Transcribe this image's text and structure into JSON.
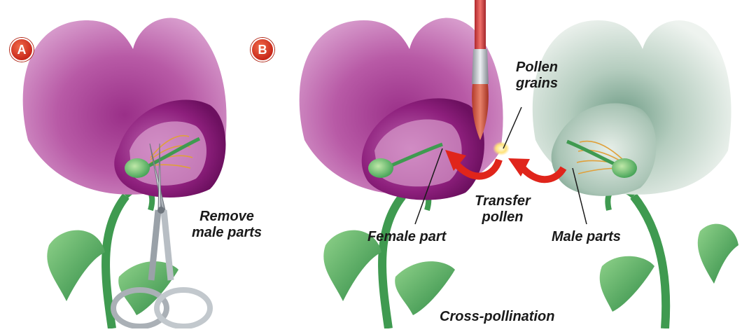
{
  "badges": {
    "a": "A",
    "b": "B"
  },
  "labels": {
    "remove_male_parts": [
      "Remove",
      "male parts"
    ],
    "pollen_grains": [
      "Pollen",
      "grains"
    ],
    "transfer_pollen": [
      "Transfer",
      "pollen"
    ],
    "female_part": "Female part",
    "male_parts": "Male parts",
    "cross_pollination": "Cross-pollination"
  },
  "colors": {
    "flower_purple": "#b0519e",
    "flower_dark": "#8a1e78",
    "flower_white": "#e3ece6",
    "flower_white_shade": "#a7c3b4",
    "stem_green": "#4aa65a",
    "arrow_red": "#e0251b"
  },
  "icons": [
    "scissors-icon",
    "paintbrush-icon"
  ]
}
